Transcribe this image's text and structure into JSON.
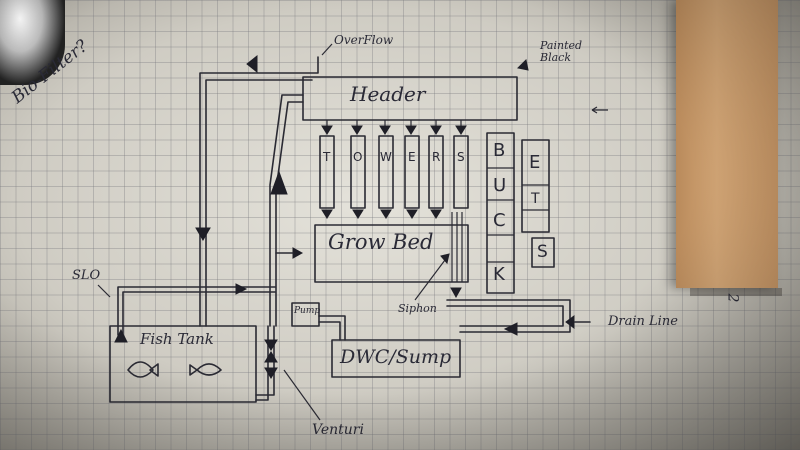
{
  "labels": {
    "bio_filter": "Bio-Filter?",
    "overflow": "OverFlow",
    "painted_black": "Painted\nBlack",
    "header": "Header",
    "towers_letters": [
      "T",
      "O",
      "W",
      "E",
      "R",
      "S"
    ],
    "bucket_letters": [
      "B",
      "U",
      "C",
      "K"
    ],
    "ets_letters": [
      "E",
      "T",
      "S"
    ],
    "grow_bed": "Grow Bed",
    "slo": "SLO",
    "pump": "Pump",
    "fish_tank": "Fish Tank",
    "dwc_sump": "DWC/Sump",
    "siphon": "Siphon",
    "drain_line": "Drain Line",
    "venturi": "Venturi",
    "ruler_mark": "2"
  },
  "colors": {
    "ink": "#2a2a33",
    "paper": "#dcdad2",
    "grid": "#7a7a80",
    "ruler_wood": "#c89766"
  }
}
